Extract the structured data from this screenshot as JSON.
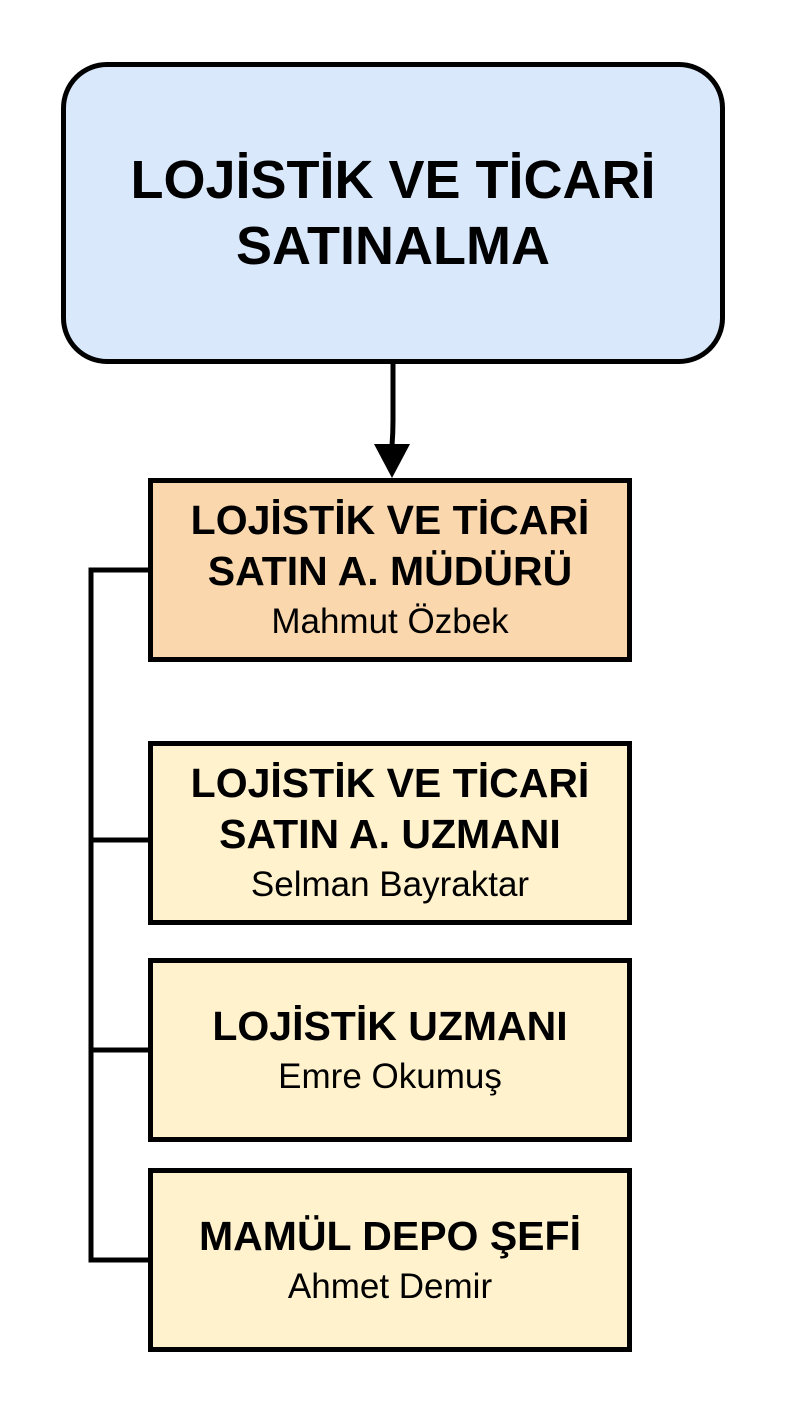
{
  "diagram": {
    "root": {
      "title_lines": [
        "LOJİSTİK VE TİCARİ",
        "SATINALMA"
      ]
    },
    "manager": {
      "title_lines": [
        "LOJİSTİK VE TİCARİ",
        "SATIN A. MÜDÜRÜ"
      ],
      "person": "Mahmut Özbek"
    },
    "staff": [
      {
        "title_lines": [
          "LOJİSTİK VE TİCARİ",
          "SATIN A. UZMANI"
        ],
        "person": "Selman Bayraktar"
      },
      {
        "title_lines": [
          "LOJİSTİK UZMANI"
        ],
        "person": "Emre Okumuş"
      },
      {
        "title_lines": [
          "MAMÜL DEPO ŞEFİ"
        ],
        "person": "Ahmet Demir"
      }
    ],
    "colors": {
      "root_fill": "#dae8fc",
      "manager_fill": "#fad7ac",
      "staff_fill": "#fff2cc",
      "stroke": "#000000"
    }
  }
}
